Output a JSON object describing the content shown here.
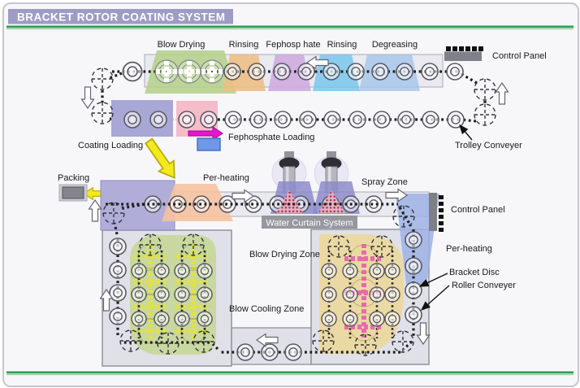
{
  "title": "BRACKET ROTOR COATING SYSTEM",
  "top": {
    "zones": [
      {
        "label": "Blow Drying",
        "color": "#b5d08a"
      },
      {
        "label": "Rinsing",
        "color": "#edbe83"
      },
      {
        "label": "Fephosp hate",
        "color": "#cdaade"
      },
      {
        "label": "Rinsing",
        "color": "#72c4ec"
      },
      {
        "label": "Degreasing",
        "color": "#a4c4ea"
      }
    ],
    "control_panel": "Control Panel",
    "trolley_conveyer": "Trolley Conveyer",
    "coating_loading": "Coating Loading",
    "fephosphate_loading": "Fephosphate Loading"
  },
  "bottom": {
    "packing": "Packing",
    "per_heating": "Per-heating",
    "spray_zone": "Spray Zone",
    "water_curtain": "Water Curtain System",
    "control_panel": "Control Panel",
    "per_heating_right": "Per-heating",
    "bracket_disc": "Bracket Disc",
    "roller_conveyer": "Roller Conveyer",
    "blow_drying_zone": "Blow Drying Zone",
    "blow_cooling_zone": "Blow Cooling Zone"
  },
  "colors": {
    "banner": "#9d9cc7",
    "rule_green": "#2f9e53",
    "tunnel": "#e9e9f0",
    "coating_box": "#b0aed9",
    "loading_purple": "#a9a7d6",
    "loading_pink": "#f5bcc9",
    "magenta_arrow": "#e318cc",
    "yellow_arrow": "#f2ea1e",
    "blue_rect": "#6d99e8",
    "green_blob": "#c7d79b",
    "tan_blob": "#ebd8a0",
    "blue_band": "#9db1e5",
    "spray_trap": "#8a88c9",
    "per_heat": "#f6c29e",
    "fan_yellow": "#e4e23a",
    "fan_pink": "#ec68ac"
  }
}
